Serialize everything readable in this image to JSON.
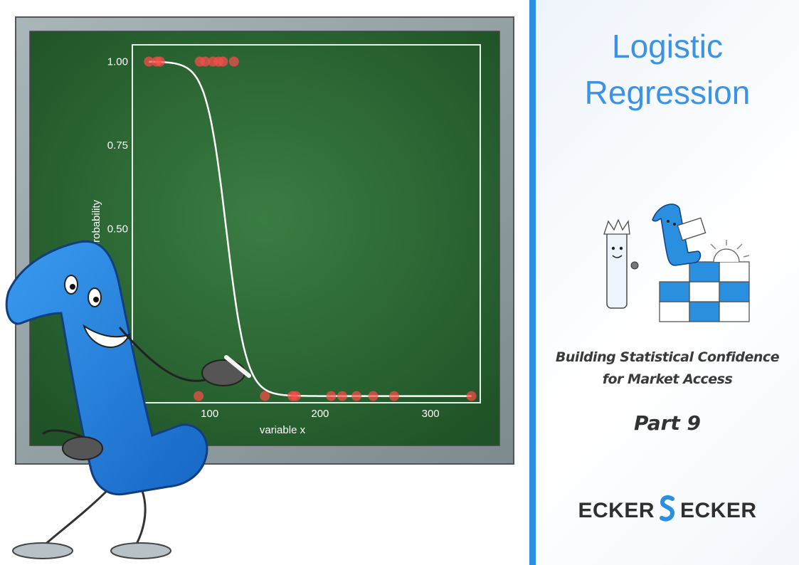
{
  "chart_data": {
    "type": "scatter",
    "xlabel": "variable x",
    "ylabel": "probability",
    "xticks": [
      100,
      200,
      300
    ],
    "yticks": [
      0.5,
      0.75,
      1.0
    ],
    "ytick_labels": [
      "0.50",
      "0.75",
      "1.00"
    ],
    "xlim": [
      30,
      345
    ],
    "ylim": [
      -0.02,
      1.05
    ],
    "points": [
      {
        "x": 45,
        "y": 1
      },
      {
        "x": 52,
        "y": 1
      },
      {
        "x": 55,
        "y": 1
      },
      {
        "x": 91,
        "y": 1
      },
      {
        "x": 96,
        "y": 1
      },
      {
        "x": 103,
        "y": 1
      },
      {
        "x": 108,
        "y": 1
      },
      {
        "x": 112,
        "y": 1
      },
      {
        "x": 122,
        "y": 1
      },
      {
        "x": 90,
        "y": 0
      },
      {
        "x": 150,
        "y": 0
      },
      {
        "x": 175,
        "y": 0
      },
      {
        "x": 178,
        "y": 0
      },
      {
        "x": 210,
        "y": 0
      },
      {
        "x": 220,
        "y": 0
      },
      {
        "x": 233,
        "y": 0
      },
      {
        "x": 248,
        "y": 0
      },
      {
        "x": 267,
        "y": 0
      },
      {
        "x": 337,
        "y": 0
      }
    ],
    "curve": {
      "type": "logistic",
      "midpoint": 115,
      "scale": 9,
      "x_from": 45,
      "x_to": 337
    },
    "colors": {
      "points": "#ff4c4c",
      "curve": "#ffffff",
      "board": "#2f6b37",
      "frame": "#8e9da1"
    }
  },
  "title": {
    "line1": "Logistic",
    "line2": "Regression"
  },
  "subtitle": {
    "line1": "Building Statistical Confidence",
    "line2": "for Market Access"
  },
  "part_label": "Part 9",
  "brand": {
    "left": "ECKER",
    "right": "ECKER",
    "logo_icon": "s-logo-icon"
  },
  "colors": {
    "accent": "#2b8fe0",
    "title": "#3a93e6"
  }
}
